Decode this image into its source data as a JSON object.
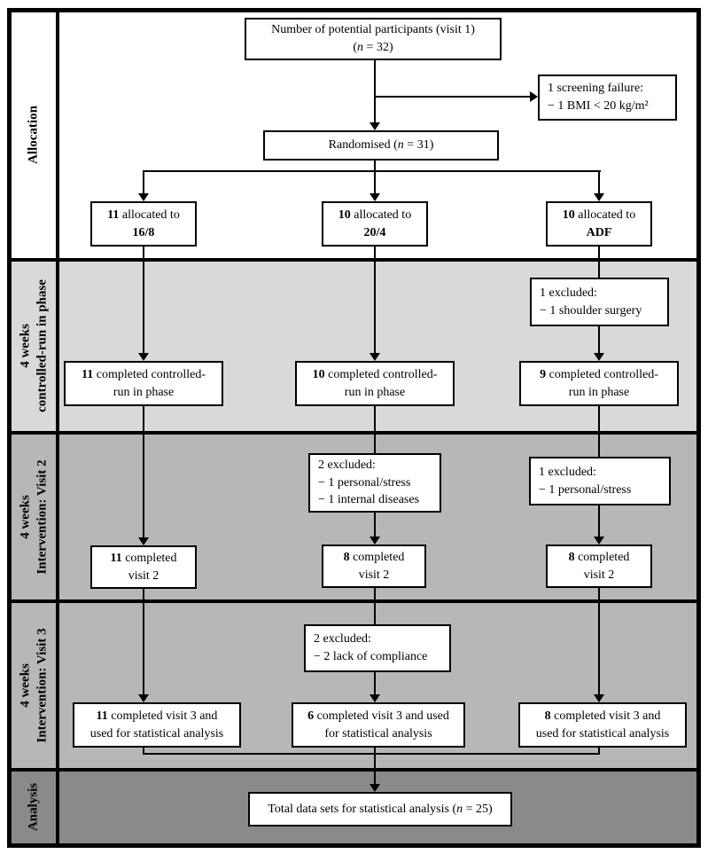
{
  "colors": {
    "line": "#000000",
    "box_bg": "#ffffff",
    "band1_bg": "#ffffff",
    "band2_bg": "#d9d9d9",
    "band3_bg": "#b7b7b7",
    "band4_bg": "#b7b7b7",
    "band5_bg": "#8a8a8a"
  },
  "sidebar": {
    "bands": [
      {
        "lines": [
          "Allocation"
        ]
      },
      {
        "lines": [
          "4 weeks",
          "controlled-run in phase"
        ]
      },
      {
        "lines": [
          "4 weeks",
          "Intervention: Visit 2"
        ]
      },
      {
        "lines": [
          "4 weeks",
          "Intervention: Visit 3"
        ]
      },
      {
        "lines": [
          "Analysis"
        ]
      }
    ]
  },
  "flow": {
    "potential": {
      "line1": "Number of potential participants (visit 1)",
      "open": "(",
      "nvar": "n",
      "rest": " = 32)"
    },
    "screening": {
      "line1": "1 screening failure:",
      "line2": "− 1 BMI < 20 kg/m²"
    },
    "randomised": {
      "pre": "Randomised (",
      "nvar": "n",
      "rest": " = 31)"
    },
    "allocated": [
      {
        "num": "11",
        "text": " allocated to",
        "group": "16/8"
      },
      {
        "num": "10",
        "text": " allocated to",
        "group": "20/4"
      },
      {
        "num": "10",
        "text": " allocated to",
        "group": "ADF"
      }
    ],
    "runin": {
      "excluded": {
        "line1": "1 excluded:",
        "line2": "− 1 shoulder surgery"
      },
      "completed": [
        {
          "num": "11",
          "text": " completed controlled-",
          "line2": "run in phase"
        },
        {
          "num": "10",
          "text": " completed controlled-",
          "line2": "run in phase"
        },
        {
          "num": "9",
          "text": " completed controlled-",
          "line2": "run in phase"
        }
      ]
    },
    "visit2": {
      "excluded_mid": {
        "line1": "2 excluded:",
        "line2": "− 1 personal/stress",
        "line3": "− 1 internal diseases"
      },
      "excluded_right": {
        "line1": "1 excluded:",
        "line2": "− 1 personal/stress"
      },
      "completed": [
        {
          "num": "11",
          "text": " completed",
          "line2": "visit 2"
        },
        {
          "num": "8",
          "text": " completed",
          "line2": "visit 2"
        },
        {
          "num": "8",
          "text": " completed",
          "line2": "visit 2"
        }
      ]
    },
    "visit3": {
      "excluded_mid": {
        "line1": "2 excluded:",
        "line2": "− 2 lack of compliance"
      },
      "completed": [
        {
          "num": "11",
          "text": " completed visit 3 and",
          "line2": "used for statistical analysis"
        },
        {
          "num": "6",
          "text": " completed visit 3 and used",
          "line2": "for statistical analysis"
        },
        {
          "num": "8",
          "text": " completed visit 3 and",
          "line2": "used for statistical analysis"
        }
      ]
    },
    "total": {
      "pre": "Total data sets for statistical analysis (",
      "nvar": "n",
      "rest": " = 25)"
    }
  }
}
